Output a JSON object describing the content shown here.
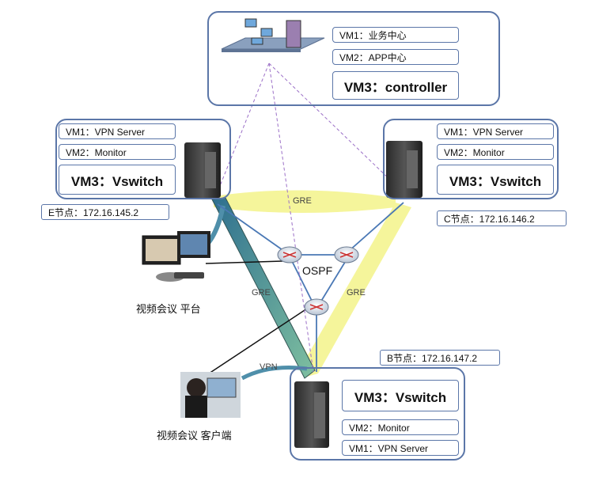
{
  "top_group": {
    "vm1": "VM1：业务中心",
    "vm2": "VM2：APP中心",
    "vm3": "VM3：controller"
  },
  "e_group": {
    "vm1": "VM1：VPN  Server",
    "vm2": "VM2：Monitor",
    "vm3": "VM3：Vswitch",
    "node": "E节点：172.16.145.2"
  },
  "c_group": {
    "vm1": "VM1：VPN  Server",
    "vm2": "VM2：Monitor",
    "vm3": "VM3：Vswitch",
    "node": "C节点：172.16.146.2"
  },
  "b_group": {
    "vm1": "VM1：VPN  Server",
    "vm2": "VM2：Monitor",
    "vm3": "VM3：Vswitch",
    "node": "B节点：172.16.147.2"
  },
  "labels": {
    "ospf": "OSPF",
    "gre_top": "GRE",
    "gre_left": "GRE",
    "gre_right": "GRE",
    "vpn": "VPN",
    "video_platform": "视频会议 平台",
    "video_client": "视频会议 客户端"
  },
  "colors": {
    "border": "#5b76a8",
    "gre_tunnel": "#f2f27a",
    "vpn_tunnel": "#4f8faa",
    "dashed": "#9b6fc7",
    "link": "#4a78b5"
  },
  "icons": [
    "network-hub-icon",
    "server-icon",
    "router-icon",
    "video-terminal-icon",
    "laptop-user-icon"
  ]
}
